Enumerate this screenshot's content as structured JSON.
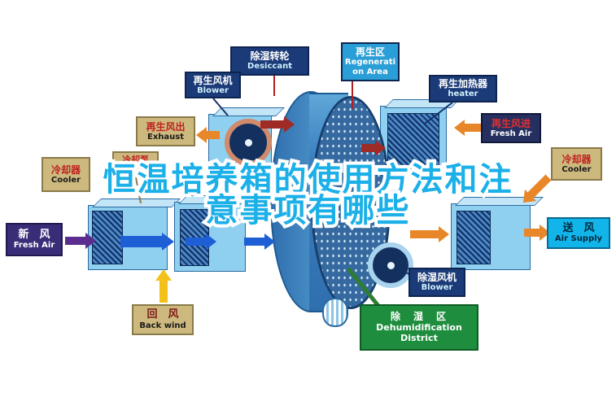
{
  "title": {
    "line1": "恒温培养箱的使用方法和注",
    "line2": "意事项有哪些"
  },
  "labels": {
    "desiccant": {
      "zh": "除湿转轮",
      "en": "Desiccant"
    },
    "regen_area": {
      "zh": "再生区",
      "en_line1": "Regenerati",
      "en_line2": "on Area"
    },
    "regen_blower": {
      "zh": "再生风机",
      "en": "Blower"
    },
    "regen_heater": {
      "zh": "再生加热器",
      "en": "heater"
    },
    "regen_exhaust": {
      "zh": "再生风出",
      "en": "Exhaust"
    },
    "regen_inlet": {
      "zh": "再生风进",
      "en": "Fresh Air"
    },
    "cooler_left": {
      "zh": "冷却器",
      "en": "Cooler"
    },
    "cooler_pump": {
      "zh": "冷却泵"
    },
    "cooler_right": {
      "zh": "冷却器",
      "en": "Cooler"
    },
    "fresh_air": {
      "zh": "新　风",
      "en": "Fresh Air"
    },
    "air_supply": {
      "zh": "送　风",
      "en": "Air Supply"
    },
    "back_wind": {
      "zh": "回　风",
      "en": "Back wind"
    },
    "dehumid_blower": {
      "zh": "除湿风机",
      "en": "Blower"
    },
    "dehumid_zone": {
      "zh": "除　湿　区",
      "en_line1": "Dehumidification",
      "en_line2": "District"
    }
  },
  "colors": {
    "title_fill": "#1cb0e8",
    "title_outline": "#ffffff",
    "navy_label": "#1a3a78",
    "tan_label": "#cdb97e",
    "green_label": "#1e8e3e",
    "supply_label": "#12b5e9",
    "purple_label": "#3a2d78",
    "rotor_blue": "#3b7fc0",
    "arrow_maroon": "#9e2b25",
    "arrow_orange": "#e8872a",
    "arrow_blue": "#1f5fd6",
    "arrow_purple": "#5b2d8e",
    "arrow_yellow": "#f2c21a",
    "arrow_green": "#2e7d32"
  }
}
